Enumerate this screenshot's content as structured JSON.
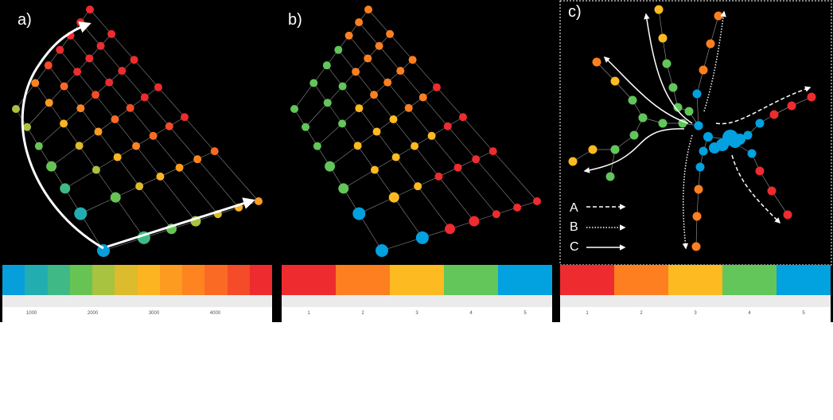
{
  "panels": {
    "a": "a)",
    "b": "b)",
    "c": "c)"
  },
  "legend": [
    {
      "key": "A",
      "style": "dashed"
    },
    {
      "key": "B",
      "style": "dotted"
    },
    {
      "key": "C",
      "style": "solid"
    }
  ],
  "colorbar_a": {
    "colors": [
      "#069fdb",
      "#22aeb0",
      "#3fba86",
      "#67c454",
      "#a8c33f",
      "#dcbb2d",
      "#fdb421",
      "#fd9b21",
      "#fd8421",
      "#fb6a24",
      "#f44b28",
      "#ee2b2f"
    ],
    "ticks": [
      "1000",
      "2000",
      "3000",
      "4000"
    ]
  },
  "colorbar_b": {
    "colors": [
      "#ee2b2f",
      "#fd7f20",
      "#fdba21",
      "#62c65a",
      "#02a1df"
    ],
    "ticks": [
      "1",
      "2",
      "3",
      "4",
      "5"
    ]
  },
  "colorbar_c": {
    "colors": [
      "#ee2b2f",
      "#fd7f20",
      "#fdba21",
      "#62c65a",
      "#02a1df"
    ],
    "ticks": [
      "1",
      "2",
      "3",
      "4",
      "5"
    ]
  }
}
